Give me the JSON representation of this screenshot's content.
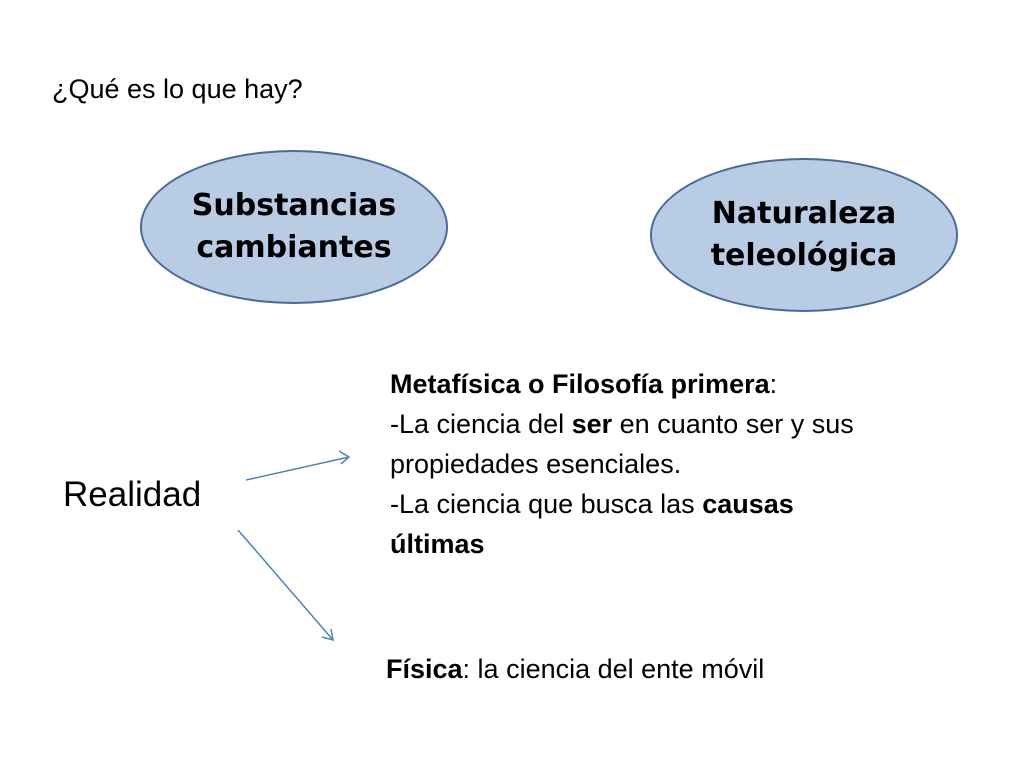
{
  "question": "¿Qué es lo que hay?",
  "colors": {
    "ellipse_fill": "#b8cce4",
    "ellipse_border": "#4a6a9a",
    "arrow": "#4f81bd"
  },
  "ellipses": {
    "left": "Substancias\ncambiantes",
    "right": "Naturaleza\nteleológica"
  },
  "realidad": "Realidad",
  "metafisica": {
    "title": "Metafísica o Filosofía primera",
    "title_colon": ":",
    "line1_pre": "-La ciencia del ",
    "line1_bold": "ser",
    "line1_post": " en cuanto ser y sus",
    "line2": "propiedades esenciales.",
    "line3_pre": "-La ciencia que busca las ",
    "line3_bold": "causas",
    "line4_bold": "últimas"
  },
  "fisica": {
    "bold": "Física",
    "rest": ": la ciencia del ente móvil"
  }
}
